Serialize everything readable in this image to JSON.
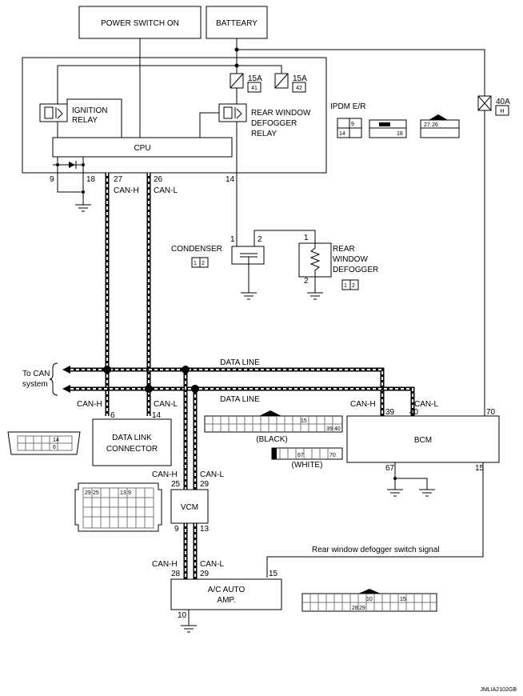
{
  "blocks": {
    "power_switch": "POWER SWITCH ON",
    "battery": "BATTEARY",
    "ipdm": "IPDM E/R",
    "cpu": "CPU",
    "ignition_relay_1": "IGNITION",
    "ignition_relay_2": "RELAY",
    "rear_relay_1": "REAR WINDOW",
    "rear_relay_2": "DEFOGGER",
    "rear_relay_3": "RELAY",
    "condenser": "CONDENSER",
    "rear_defogger_1": "REAR",
    "rear_defogger_2": "WINDOW",
    "rear_defogger_3": "DEFOGGER",
    "dlc_1": "DATA LINK",
    "dlc_2": "CONNECTOR",
    "bcm": "BCM",
    "vcm": "VCM",
    "ac_amp_1": "A/C AUTO",
    "ac_amp_2": "AMP."
  },
  "fuses": {
    "f1_amp": "15A",
    "f1_num": "41",
    "f2_amp": "15A",
    "f2_num": "42",
    "f3_amp": "40A",
    "f3_num": "H"
  },
  "pins": {
    "ipdm_9": "9",
    "ipdm_18": "18",
    "ipdm_27": "27",
    "ipdm_26": "26",
    "ipdm_14": "14",
    "cond_1": "1",
    "cond_2": "2",
    "def_1": "1",
    "def_2": "2",
    "dlc_6": "6",
    "dlc_14": "14",
    "bcm_39": "39",
    "bcm_40": "40",
    "bcm_70": "70",
    "bcm_67": "67",
    "bcm_15": "15",
    "vcm_25": "25",
    "vcm_29": "29",
    "vcm_9": "9",
    "vcm_13": "13",
    "amp_28": "28",
    "amp_29": "29",
    "amp_15": "15",
    "amp_10": "10"
  },
  "signals": {
    "can_h": "CAN-H",
    "can_l": "CAN-L",
    "data_line": "DATA LINE",
    "to_can_1": "To CAN",
    "to_can_2": "system",
    "defogger_switch": "Rear window defogger switch signal"
  },
  "connectors": {
    "ipdm_c1_a": "9",
    "ipdm_c1_b": "14",
    "ipdm_c2": "18",
    "ipdm_c3_a": "27",
    "ipdm_c3_b": "26",
    "cond_a": "1",
    "cond_b": "2",
    "def_a": "1",
    "def_b": "2",
    "dlc_a": "14",
    "dlc_b": "6",
    "vcm_a": "29",
    "vcm_b": "25",
    "vcm_c": "13",
    "vcm_d": "9",
    "bcm_black_a": "15",
    "bcm_black_b": "39",
    "bcm_black_c": "40",
    "bcm_black_label": "(BLACK)",
    "bcm_white_a": "67",
    "bcm_white_b": "70",
    "bcm_white_label": "(WHITE)",
    "amp_a": "10",
    "amp_b": "15",
    "amp_c": "28",
    "amp_d": "29"
  },
  "figure_id": "JMLIA2102GB"
}
